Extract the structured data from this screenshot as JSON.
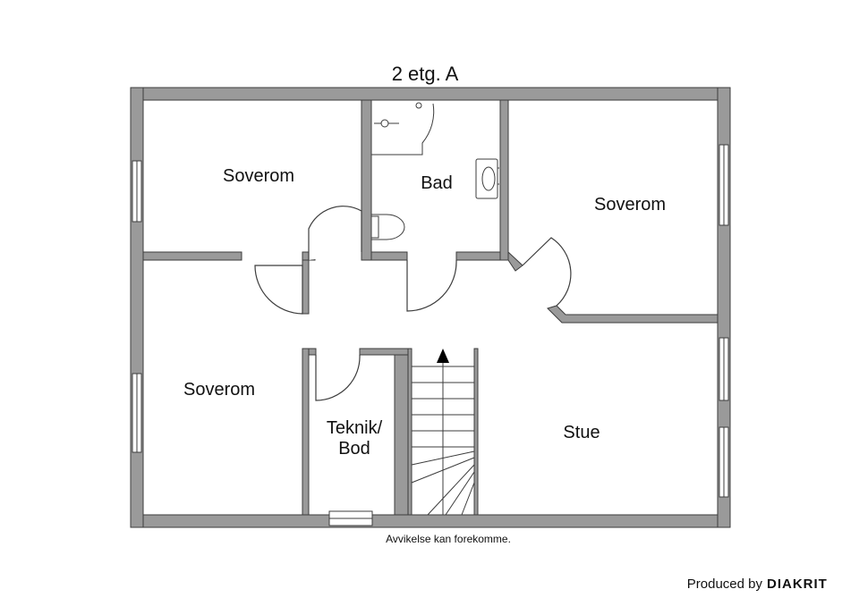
{
  "floor_title": "2 etg. A",
  "rooms": {
    "bedroom_top_left": "Soverom",
    "bathroom": "Bad",
    "bedroom_top_right": "Soverom",
    "bedroom_bottom_left": "Soverom",
    "technical_line1": "Teknik/",
    "technical_line2": "Bod",
    "living_room": "Stue"
  },
  "disclaimer": "Avvikelse kan forekomme.",
  "credit": {
    "prefix": "Produced by",
    "brand": "DIAKRIT"
  },
  "colors": {
    "wall": "#9a9a9a",
    "line": "#3c3c3c"
  }
}
